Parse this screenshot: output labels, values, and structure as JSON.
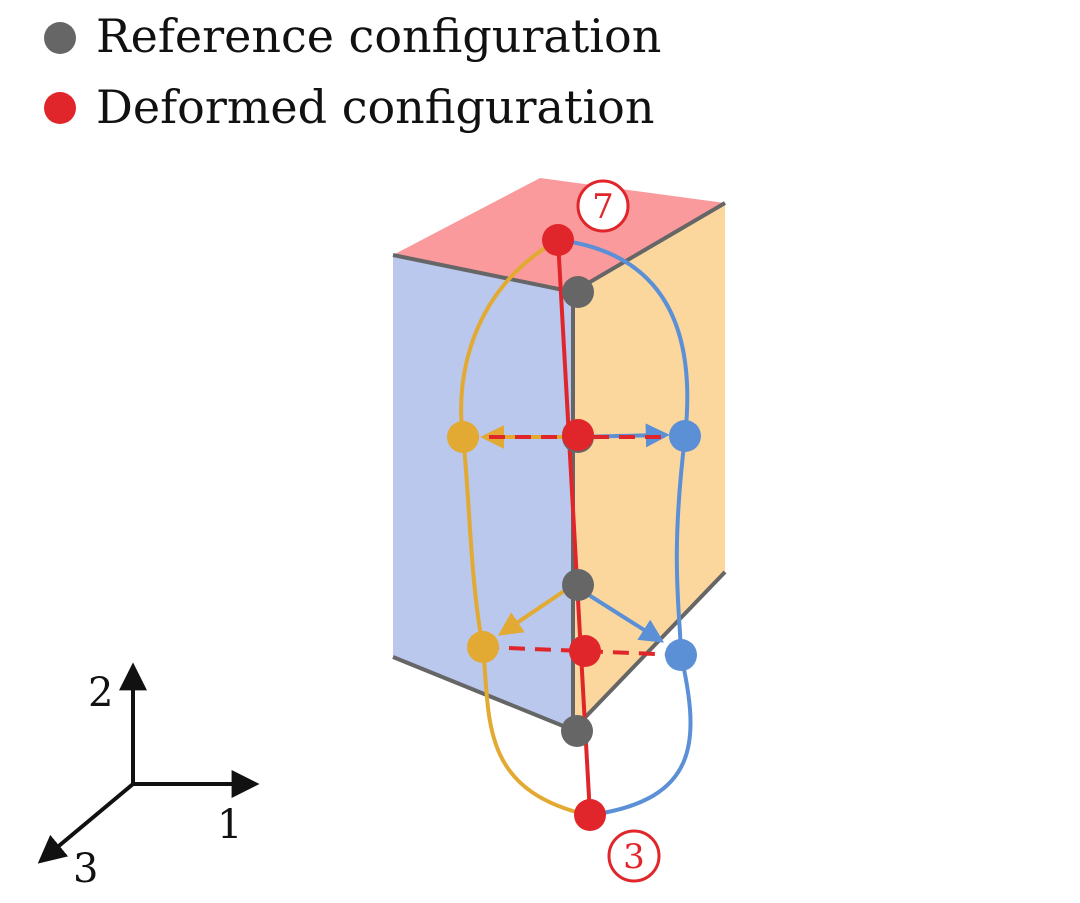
{
  "legend": {
    "reference": {
      "label": "Reference configuration",
      "color": "#666666"
    },
    "deformed": {
      "label": "Deformed configuration",
      "color": "#e0262b"
    }
  },
  "diagram": {
    "node_top_label": "7",
    "node_bottom_label": "3",
    "colors": {
      "top_face": "#fa9a9c",
      "left_face": "#b9c8ec",
      "right_face": "#fbd79e",
      "edge": "#666666",
      "yellow": "#e3aa33",
      "blue": "#5b8fd6",
      "red": "#e0262b"
    }
  },
  "axes": {
    "x_label": "1",
    "y_label": "2",
    "z_label": "3"
  }
}
